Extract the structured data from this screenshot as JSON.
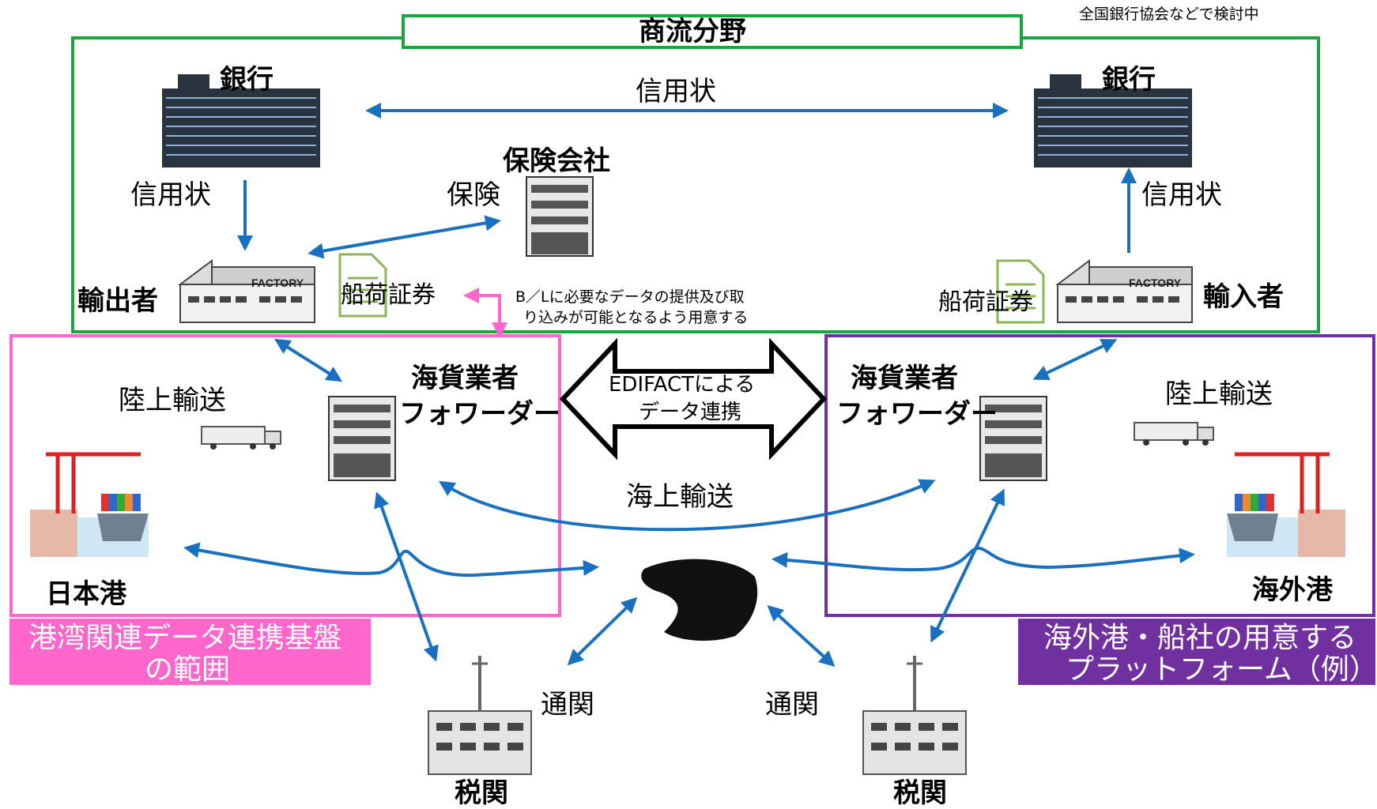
{
  "note_top": "全国銀行協会などで検討中",
  "commerce": {
    "title": "商流分野",
    "color": "#1aa541"
  },
  "bank_left": {
    "label": "銀行"
  },
  "bank_right": {
    "label": "銀行"
  },
  "lc_top": "信用状",
  "lc_left": "信用状",
  "lc_right": "信用状",
  "insurance_company": "保険会社",
  "insurance": "保険",
  "exporter": "輸出者",
  "importer": "輸入者",
  "bl_left": "船荷証券",
  "bl_right": "船荷証券",
  "bl_note_line1": "B／Lに必要なデータの提供及び取",
  "bl_note_line2": "り込みが可能となるよう用意する",
  "forwarder_left": {
    "line1": "海貨業者",
    "line2": "フォワーダー"
  },
  "forwarder_right": {
    "line1": "海貨業者",
    "line2": "フォワーダー"
  },
  "edifact_line1": "EDIFACTによる",
  "edifact_line2": "データ連携",
  "land_left": "陸上輸送",
  "land_right": "陸上輸送",
  "sea_transport": "海上輸送",
  "japan_port": "日本港",
  "overseas_port": "海外港",
  "platform_left": {
    "line1": "港湾関連データ連携基盤",
    "line2": "の範囲",
    "color": "#ff66cc"
  },
  "platform_right": {
    "line1": "海外港・船社の用意する",
    "line2": "プラットフォーム（例）",
    "color": "#7030a0"
  },
  "customs_clearance_left": "通関",
  "customs_clearance_right": "通関",
  "customs_left": "税関",
  "customs_right": "税関",
  "icons": {
    "factory_label": "FACTORY"
  },
  "arrow_color": "#1a70c0"
}
